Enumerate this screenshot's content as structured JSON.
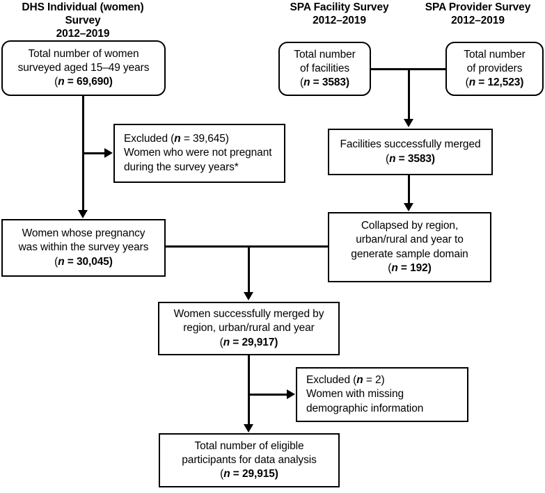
{
  "headers": [
    {
      "id": "dhs",
      "lines": [
        "DHS Individual (women)",
        "Survey",
        "2012–2019"
      ]
    },
    {
      "id": "spa-facility",
      "lines": [
        "SPA Facility Survey",
        "2012–2019"
      ]
    },
    {
      "id": "spa-provider",
      "lines": [
        "SPA Provider Survey",
        "2012–2019"
      ]
    }
  ],
  "nodes": {
    "dhs_total": {
      "lines": [
        "Total number of women",
        "surveyed aged 15–49 years"
      ],
      "count_prefix": "(",
      "count_italic": "n",
      "count_value": " = 69,690)"
    },
    "dhs_excluded": {
      "excluded_label": "Excluded (",
      "excluded_italic": "n",
      "excluded_value": " = 39,645)",
      "lines": [
        "Women who were not pregnant",
        "during the survey years*"
      ]
    },
    "dhs_pregnant": {
      "lines": [
        "Women whose pregnancy",
        "was within the survey years"
      ],
      "count_prefix": "(",
      "count_italic": "n",
      "count_value": " = 30,045)"
    },
    "spa_facilities": {
      "lines": [
        "Total number",
        "of facilities"
      ],
      "count_prefix": "(",
      "count_italic": "n",
      "count_value": " = 3583)"
    },
    "spa_providers": {
      "lines": [
        "Total number",
        "of providers"
      ],
      "count_prefix": "(",
      "count_italic": "n",
      "count_value": " = 12,523)"
    },
    "facilities_merged": {
      "lines": [
        "Facilities successfully merged"
      ],
      "count_prefix": "(",
      "count_italic": "n",
      "count_value": " = 3583)"
    },
    "collapsed_domain": {
      "lines": [
        "Collapsed by region,",
        "urban/rural and year to",
        "generate sample domain"
      ],
      "count_prefix": "(",
      "count_italic": "n",
      "count_value": " = 192)"
    },
    "women_merged": {
      "lines": [
        "Women successfully merged by",
        "region, urban/rural and year"
      ],
      "count_prefix": "(",
      "count_italic": "n",
      "count_value": " = 29,917)"
    },
    "women_excluded2": {
      "excluded_label": "Excluded (",
      "excluded_italic": "n",
      "excluded_value": " = 2)",
      "lines": [
        "Women with missing",
        "demographic information"
      ]
    },
    "eligible_total": {
      "lines": [
        "Total number of eligible",
        "participants for data analysis"
      ],
      "count_prefix": "(",
      "count_italic": "n",
      "count_value": " = 29,915)"
    }
  },
  "colors": {
    "stroke": "#000000",
    "background": "#ffffff",
    "text": "#000000"
  }
}
